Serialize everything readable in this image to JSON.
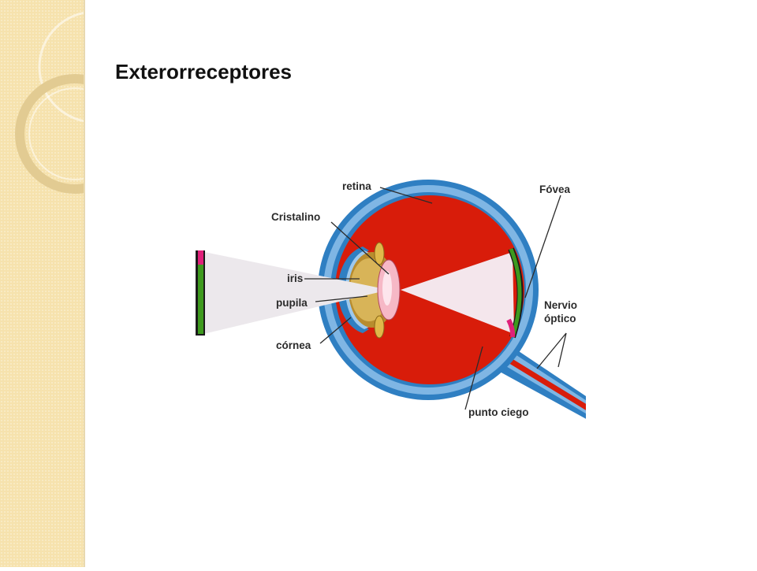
{
  "slide": {
    "title": "Exterorreceptores"
  },
  "diagram": {
    "labels": {
      "retina": "retina",
      "fovea": "Fóvea",
      "cristalino": "Cristalino",
      "iris": "iris",
      "pupila": "pupila",
      "cornea": "córnea",
      "nervio_line1": "Nervio",
      "nervio_line2": "óptico",
      "punto_ciego": "punto ciego"
    },
    "colors": {
      "sclera": "#2f7fc2",
      "choroid": "#7fb6e4",
      "vitreous": "#d81c0a",
      "lens": "#f6b8c6",
      "iris": "#c9a34a",
      "light_cone": "#f4e6ec",
      "object_green": "#3e9a1e",
      "object_pink": "#e0207a",
      "background_band": "#f6e2ad"
    }
  }
}
